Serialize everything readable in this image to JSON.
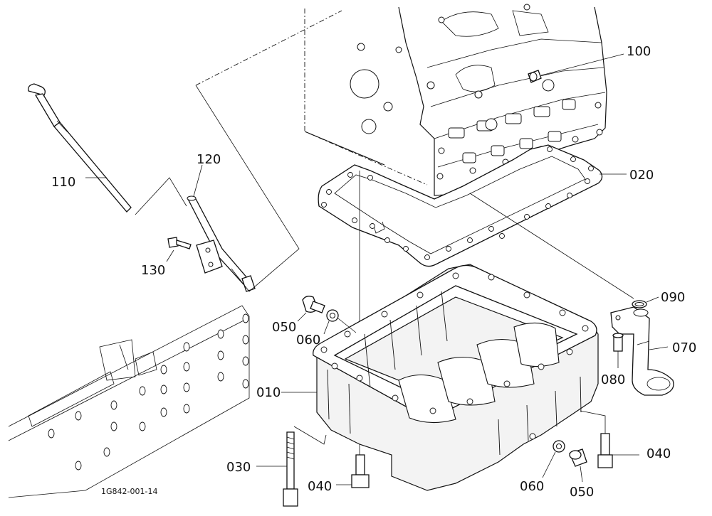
{
  "diagram_code": "1G842-001-14",
  "callouts": {
    "c010": "010",
    "c020": "020",
    "c030": "030",
    "c040a": "040",
    "c040b": "040",
    "c050a": "050",
    "c050b": "050",
    "c060a": "060",
    "c060b": "060",
    "c070": "070",
    "c080": "080",
    "c090": "090",
    "c100": "100",
    "c110": "110",
    "c120": "120",
    "c130": "130"
  }
}
